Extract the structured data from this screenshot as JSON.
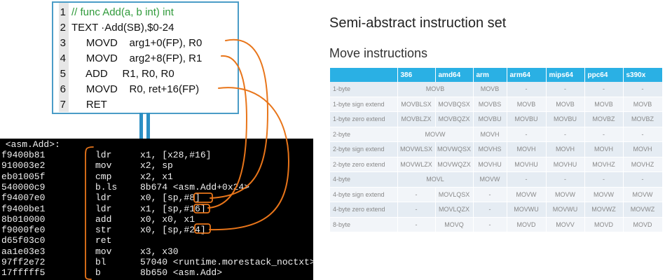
{
  "source": {
    "lines": [
      {
        "n": "1",
        "text": "// func Add(a, b int) int"
      },
      {
        "n": "2",
        "text": "TEXT ·Add(SB),$0-24"
      },
      {
        "n": "3",
        "text": "     MOVD    arg1+0(FP), R0"
      },
      {
        "n": "4",
        "text": "     MOVD    arg2+8(FP), R1"
      },
      {
        "n": "5",
        "text": "     ADD     R1, R0, R0"
      },
      {
        "n": "6",
        "text": "     MOVD    R0, ret+16(FP)"
      },
      {
        "n": "7",
        "text": "     RET"
      }
    ]
  },
  "asm": {
    "header": " <asm.Add>:",
    "lines": [
      {
        "addr": "f9400b81",
        "op": "ldr",
        "args": "x1, [x28,#16]"
      },
      {
        "addr": "910003e2",
        "op": "mov",
        "args": "x2, sp"
      },
      {
        "addr": "eb01005f",
        "op": "cmp",
        "args": "x2, x1"
      },
      {
        "addr": "540000c9",
        "op": "b.ls",
        "args": "8b674 <asm.Add+0x24>"
      },
      {
        "addr": "f94007e0",
        "op": "ldr",
        "args": "x0, [sp,#8]"
      },
      {
        "addr": "f9400be1",
        "op": "ldr",
        "args": "x1, [sp,#16]"
      },
      {
        "addr": "8b010000",
        "op": "add",
        "args": "x0, x0, x1"
      },
      {
        "addr": "f9000fe0",
        "op": "str",
        "args": "x0, [sp,#24]"
      },
      {
        "addr": "d65f03c0",
        "op": "ret",
        "args": ""
      },
      {
        "addr": "aa1e03e3",
        "op": "mov",
        "args": "x3, x30"
      },
      {
        "addr": "97ff2e72",
        "op": "bl",
        "args": "57040 <runtime.morestack_noctxt>"
      },
      {
        "addr": "17fffff5",
        "op": "b",
        "args": "8b650 <asm.Add>"
      }
    ]
  },
  "right": {
    "title": "Semi-abstract instruction set",
    "subtitle": "Move instructions"
  },
  "table": {
    "columns": [
      "",
      "386",
      "amd64",
      "arm",
      "arm64",
      "mips64",
      "ppc64",
      "s390x"
    ],
    "rows": [
      [
        "1-byte",
        "MOVB",
        "",
        "MOVB",
        "-",
        "-",
        "-",
        "-"
      ],
      [
        "1-byte sign extend",
        "MOVBLSX",
        "MOVBQSX",
        "MOVBS",
        "MOVB",
        "MOVB",
        "MOVB",
        "MOVB"
      ],
      [
        "1-byte zero extend",
        "MOVBLZX",
        "MOVBQZX",
        "MOVBU",
        "MOVBU",
        "MOVBU",
        "MOVBZ",
        "MOVBZ"
      ],
      [
        "2-byte",
        "MOVW",
        "",
        "MOVH",
        "-",
        "-",
        "-",
        "-"
      ],
      [
        "2-byte sign extend",
        "MOVWLSX",
        "MOVWQSX",
        "MOVHS",
        "MOVH",
        "MOVH",
        "MOVH",
        "MOVH"
      ],
      [
        "2-byte zero extend",
        "MOVWLZX",
        "MOVWQZX",
        "MOVHU",
        "MOVHU",
        "MOVHU",
        "MOVHZ",
        "MOVHZ"
      ],
      [
        "4-byte",
        "MOVL",
        "",
        "MOVW",
        "-",
        "-",
        "-",
        "-"
      ],
      [
        "4-byte sign extend",
        "-",
        "MOVLQSX",
        "-",
        "MOVW",
        "MOVW",
        "MOVW",
        "MOVW"
      ],
      [
        "4-byte zero extend",
        "-",
        "MOVLQZX",
        "-",
        "MOVWU",
        "MOVWU",
        "MOVWZ",
        "MOVWZ"
      ],
      [
        "8-byte",
        "-",
        "MOVQ",
        "-",
        "MOVD",
        "MOVV",
        "MOVD",
        "MOVD"
      ]
    ]
  },
  "colors": {
    "accent": "#2ab0e4",
    "box_border": "#4a9cc7",
    "connector": "#2c8fc4",
    "arrow": "#e8751a",
    "comment": "#2f9a3a"
  }
}
